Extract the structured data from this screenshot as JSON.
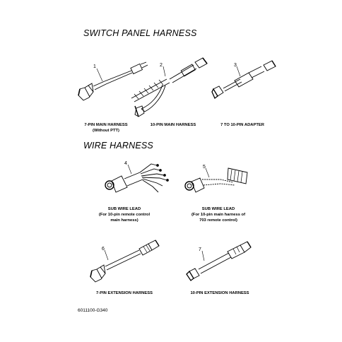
{
  "headings": {
    "switch_panel": "SWITCH PANEL HARNESS",
    "wire": "WIRE HARNESS"
  },
  "parts": [
    {
      "num": "1",
      "caption": "7-PIN MAIN HARNESS\n(Without PTT)"
    },
    {
      "num": "2",
      "caption": "10-PIN MAIN HARNESS"
    },
    {
      "num": "3",
      "caption": "7 TO 10-PIN ADAPTER"
    },
    {
      "num": "4",
      "caption": "SUB WIRE LEAD\n(For 10-pin remote control\nmain harness)"
    },
    {
      "num": "5",
      "caption": "SUB WIRE LEAD\n(For 10-pin main harness of\n703 remote control)"
    },
    {
      "num": "6",
      "caption": "7-PIN EXTENSION HARNESS"
    },
    {
      "num": "7",
      "caption": "10-PIN EXTENSION HARNESS"
    }
  ],
  "figure_code": "6011100-G340"
}
